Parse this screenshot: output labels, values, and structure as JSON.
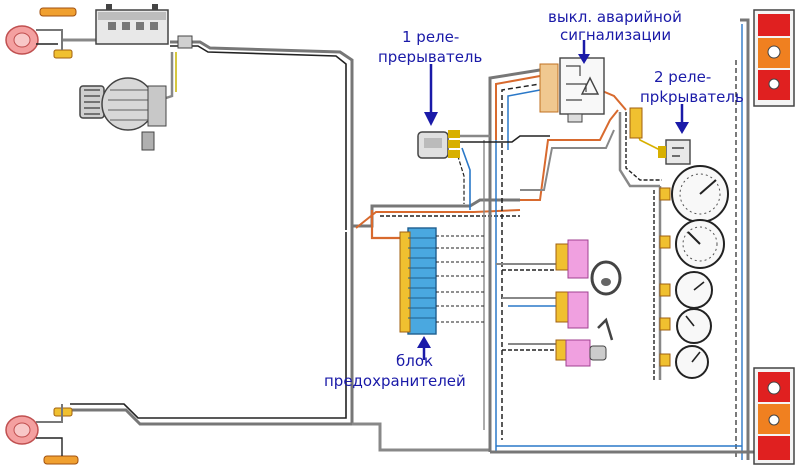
{
  "labels": {
    "relay1_line1": "1 реле-",
    "relay1_line2": "прерыватель",
    "switch_line1": "выкл. аварийной",
    "switch_line2": "сигнализации",
    "relay2_line1": "2 реле-",
    "relay2_line2": "прkрыватель",
    "fuse_line1": "блок",
    "fuse_line2": "предохранителей"
  },
  "colors": {
    "label_text": "#1a1aa8",
    "wire_gray": "#8a8a8a",
    "wire_black": "#222222",
    "wire_orange": "#d86a2e",
    "wire_blue": "#2a78c8",
    "wire_yellow": "#d8b000",
    "fuse_block": "#4aa8e0",
    "tail_lamp_red": "#e02020",
    "tail_lamp_orange": "#f08020",
    "connector_pink": "#f0a0e0",
    "arrow": "#1a1aa8"
  },
  "icons": [
    "headlamp-icon",
    "battery-icon",
    "alternator-icon",
    "relay-icon",
    "hazard-switch-icon",
    "fuse-block-icon",
    "gauge-icon",
    "steering-wheel-icon",
    "tail-lamp-icon"
  ]
}
